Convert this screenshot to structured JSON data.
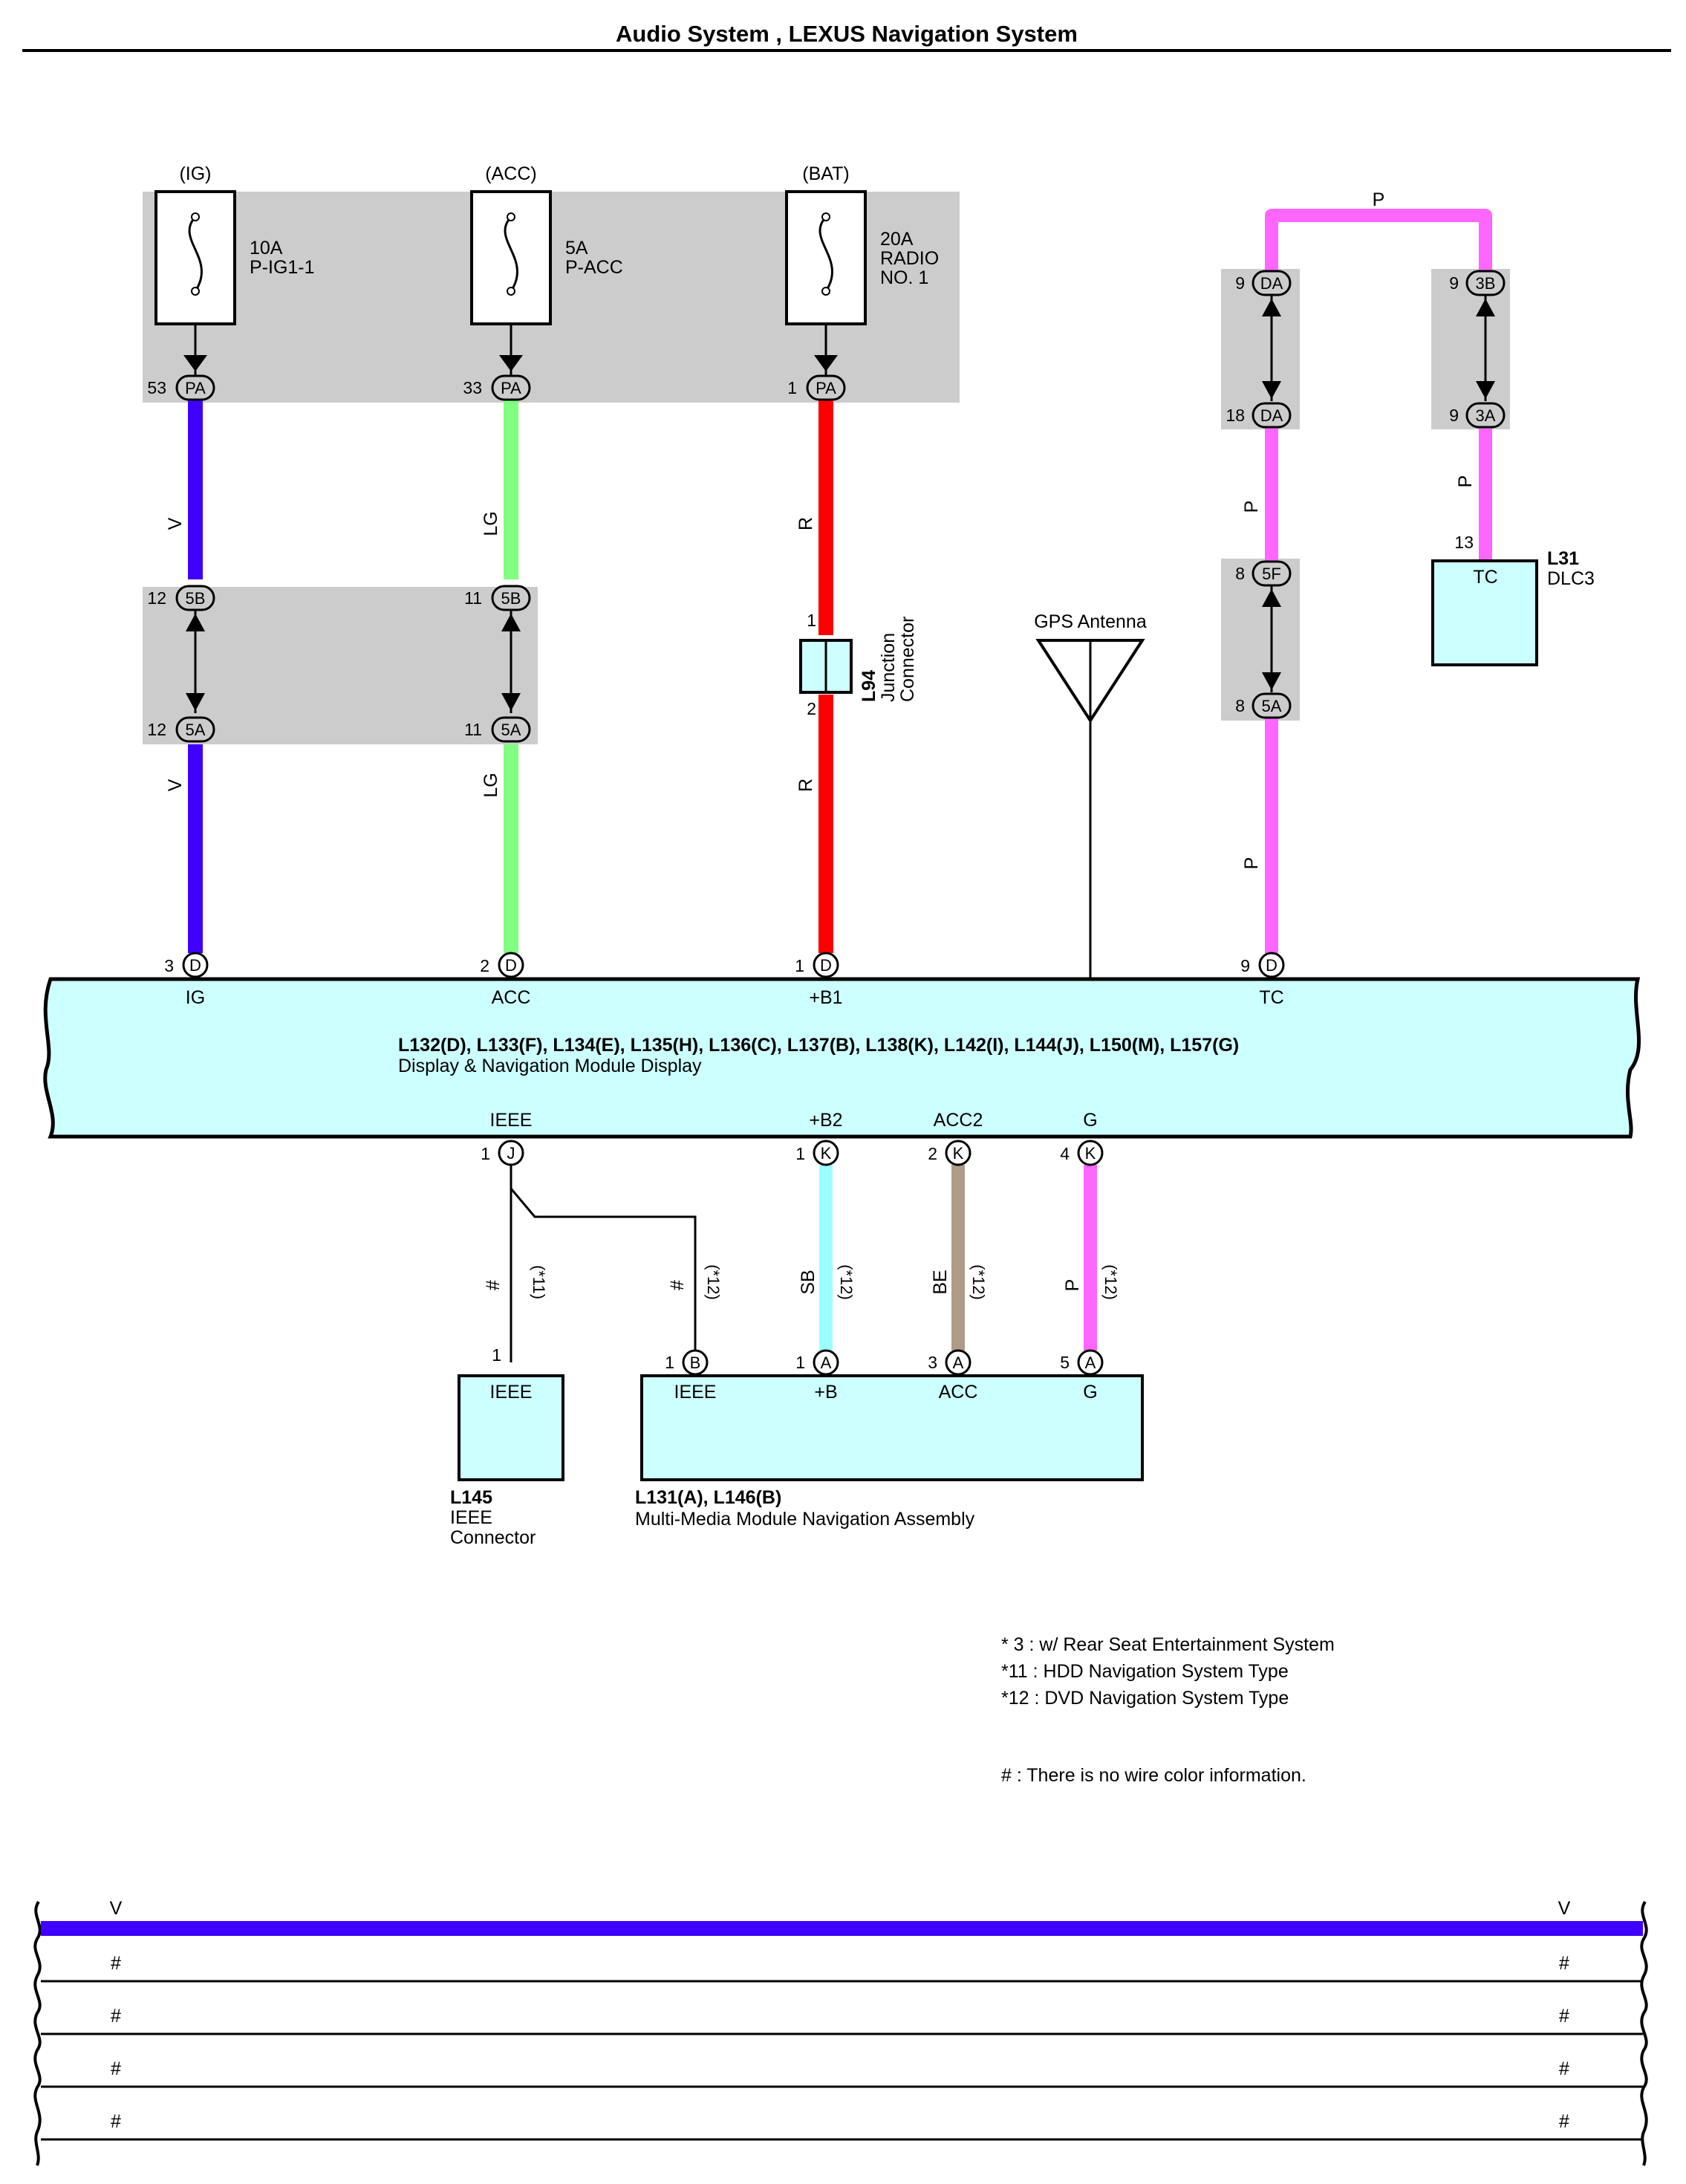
{
  "title": "Audio System , LEXUS Navigation System",
  "fuses": [
    {
      "source": "(IG)",
      "rating": "10A",
      "name": "P-IG1-1",
      "name2": "",
      "pin": "53",
      "conn": "PA"
    },
    {
      "source": "(ACC)",
      "rating": "5A",
      "name": "P-ACC",
      "name2": "",
      "pin": "33",
      "conn": "PA"
    },
    {
      "source": "(BAT)",
      "rating": "20A",
      "name": "RADIO",
      "name2": "NO. 1",
      "pin": "1",
      "conn": "PA"
    }
  ],
  "upper_wires": {
    "ig": {
      "color_code": "V",
      "color": "#3f00ff"
    },
    "acc": {
      "color_code": "LG",
      "color": "#80ff80"
    },
    "bat": {
      "color_code": "R",
      "color": "#ff0000"
    },
    "tc": {
      "color_code": "P",
      "color": "#ff66ff"
    }
  },
  "junction_5b_5a": {
    "left": {
      "top_pin": "12",
      "top_conn": "5B",
      "bottom_pin": "12",
      "bottom_conn": "5A"
    },
    "right": {
      "top_pin": "11",
      "top_conn": "5B",
      "bottom_pin": "11",
      "bottom_conn": "5A"
    }
  },
  "l94": {
    "pin_top": "1",
    "pin_bottom": "2",
    "id": "L94",
    "name_line1": "Junction",
    "name_line2": "Connector"
  },
  "gps": {
    "label": "GPS Antenna"
  },
  "tc_path": {
    "top_wire_label": "P",
    "da_top": {
      "pin": "9",
      "conn": "DA"
    },
    "da_bottom": {
      "pin": "18",
      "conn": "DA"
    },
    "c3b": {
      "pin": "9",
      "conn": "3B"
    },
    "c3a": {
      "pin": "9",
      "conn": "3A"
    },
    "c5f": {
      "pin": "8",
      "conn": "5F"
    },
    "c5a": {
      "pin": "8",
      "conn": "5A"
    }
  },
  "dlc3": {
    "pin": "13",
    "terminal": "TC",
    "id": "L31",
    "name": "DLC3"
  },
  "display_module": {
    "ids": "L132(D), L133(F), L134(E), L135(H), L136(C), L137(B), L138(K), L142(I), L144(J), L150(M), L157(G)",
    "name": "Display & Navigation Module Display",
    "top_pins": [
      {
        "pin": "3",
        "conn": "D",
        "terminal": "IG"
      },
      {
        "pin": "2",
        "conn": "D",
        "terminal": "ACC"
      },
      {
        "pin": "1",
        "conn": "D",
        "terminal": "+B1"
      },
      {
        "pin": "9",
        "conn": "D",
        "terminal": "TC"
      }
    ],
    "bottom_pins": [
      {
        "pin": "1",
        "conn": "J",
        "terminal": "IEEE"
      },
      {
        "pin": "1",
        "conn": "K",
        "terminal": "+B2"
      },
      {
        "pin": "2",
        "conn": "K",
        "terminal": "ACC2"
      },
      {
        "pin": "4",
        "conn": "K",
        "terminal": "G"
      }
    ]
  },
  "lower_wires": [
    {
      "code": "#",
      "note": "(*11)",
      "color": "#000000"
    },
    {
      "code": "#",
      "note": "(*12)",
      "color": "#000000"
    },
    {
      "code": "SB",
      "note": "(*12)",
      "color": "#99ffff"
    },
    {
      "code": "BE",
      "note": "(*12)",
      "color": "#b09a88"
    },
    {
      "code": "P",
      "note": "(*12)",
      "color": "#ff66ff"
    }
  ],
  "l145": {
    "pin": "1",
    "terminal": "IEEE",
    "id": "L145",
    "name_line1": "IEEE",
    "name_line2": "Connector"
  },
  "multimedia": {
    "ids": "L131(A), L146(B)",
    "name": "Multi-Media Module Navigation Assembly",
    "pins": [
      {
        "pin": "1",
        "conn": "B",
        "terminal": "IEEE"
      },
      {
        "pin": "1",
        "conn": "A",
        "terminal": "+B"
      },
      {
        "pin": "3",
        "conn": "A",
        "terminal": "ACC"
      },
      {
        "pin": "5",
        "conn": "A",
        "terminal": "G"
      }
    ]
  },
  "notes": [
    "* 3 : w/ Rear Seat Entertainment System",
    "*11 : HDD Navigation System Type",
    "*12 : DVD Navigation System Type"
  ],
  "hash_note": "# : There is no wire color information.",
  "legend": [
    {
      "left": "V",
      "right": "V",
      "color": "#3f00ff"
    },
    {
      "left": "#",
      "right": "#",
      "color": "#000000"
    },
    {
      "left": "#",
      "right": "#",
      "color": "#000000"
    },
    {
      "left": "#",
      "right": "#",
      "color": "#000000"
    },
    {
      "left": "#",
      "right": "#",
      "color": "#000000"
    }
  ],
  "colors": {
    "module_fill": "#ccffff",
    "junction_fill": "#cccccc"
  }
}
